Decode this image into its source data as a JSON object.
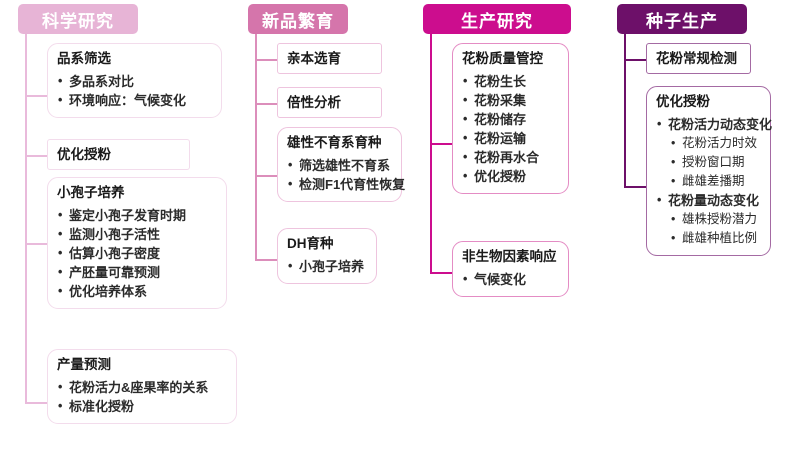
{
  "diagram": {
    "title_alt": "科研与种子生产流程图",
    "background": "#ffffff",
    "columns": [
      {
        "key": "col1",
        "header": "科学研究",
        "accent": "#e7b4d6",
        "cards": [
          {
            "title": "品系筛选",
            "items": [
              {
                "text": "多品系对比",
                "level": 1
              },
              {
                "text": "环境响应：气候变化",
                "level": 1
              }
            ]
          },
          {
            "title": "优化授粉",
            "items": []
          },
          {
            "title": "小孢子培养",
            "items": [
              {
                "text": "鉴定小孢子发育时期",
                "level": 1
              },
              {
                "text": "监测小孢子活性",
                "level": 1
              },
              {
                "text": "估算小孢子密度",
                "level": 1
              },
              {
                "text": "产胚量可靠预测",
                "level": 1
              },
              {
                "text": "优化培养体系",
                "level": 1
              }
            ]
          },
          {
            "title": "产量预测",
            "items": [
              {
                "text": "花粉活力&座果率的关系",
                "level": 1
              },
              {
                "text": "标准化授粉",
                "level": 1
              }
            ]
          }
        ]
      },
      {
        "key": "col2",
        "header": "新品繁育",
        "accent": "#d575ab",
        "cards": [
          {
            "title": "亲本选育",
            "items": []
          },
          {
            "title": "倍性分析",
            "items": []
          },
          {
            "title": "雄性不育系育种",
            "items": [
              {
                "text": "筛选雄性不育系",
                "level": 1
              },
              {
                "text": "检测F1代育性恢复",
                "level": 1
              }
            ]
          },
          {
            "title": "DH育种",
            "items": [
              {
                "text": "小孢子培养",
                "level": 1
              }
            ]
          }
        ]
      },
      {
        "key": "col3",
        "header": "生产研究",
        "accent": "#cc0d8e",
        "cards": [
          {
            "title": "花粉质量管控",
            "items": [
              {
                "text": "花粉生长",
                "level": 1
              },
              {
                "text": "花粉采集",
                "level": 1
              },
              {
                "text": "花粉储存",
                "level": 1
              },
              {
                "text": "花粉运输",
                "level": 1
              },
              {
                "text": "花粉再水合",
                "level": 1
              },
              {
                "text": "优化授粉",
                "level": 1
              }
            ]
          },
          {
            "title": "非生物因素响应",
            "items": [
              {
                "text": "气候变化",
                "level": 1
              }
            ]
          }
        ]
      },
      {
        "key": "col4",
        "header": "种子生产",
        "accent": "#6d1069",
        "cards": [
          {
            "title": "花粉常规检测",
            "items": []
          },
          {
            "title": "优化授粉",
            "items": [
              {
                "text": "花粉活力动态变化",
                "level": 1
              },
              {
                "text": "花粉活力时效",
                "level": 2
              },
              {
                "text": "授粉窗口期",
                "level": 2
              },
              {
                "text": "雌雄差播期",
                "level": 2
              },
              {
                "text": "花粉量动态变化",
                "level": 1
              },
              {
                "text": "雄株授粉潜力",
                "level": 2
              },
              {
                "text": "雌雄种植比例",
                "level": 2
              }
            ]
          }
        ]
      }
    ]
  }
}
